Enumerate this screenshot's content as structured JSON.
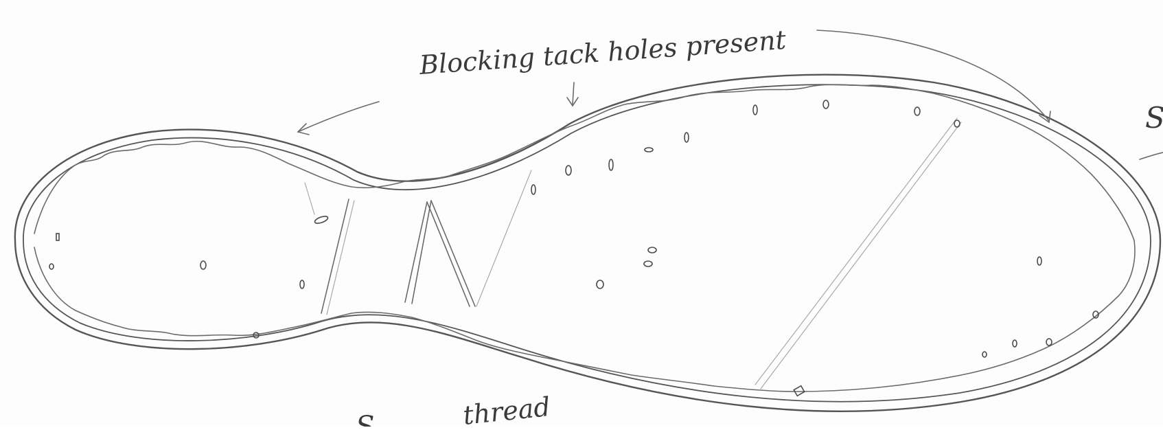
{
  "annotations": {
    "tack_holes": "Blocking tack holes present",
    "thread": "thread",
    "thread_fragment": "S",
    "edge_fragment": "S"
  },
  "colors": {
    "paper": "#fdfdfd",
    "pencil": "#555555",
    "faint_pencil": "#a8a8a8"
  }
}
